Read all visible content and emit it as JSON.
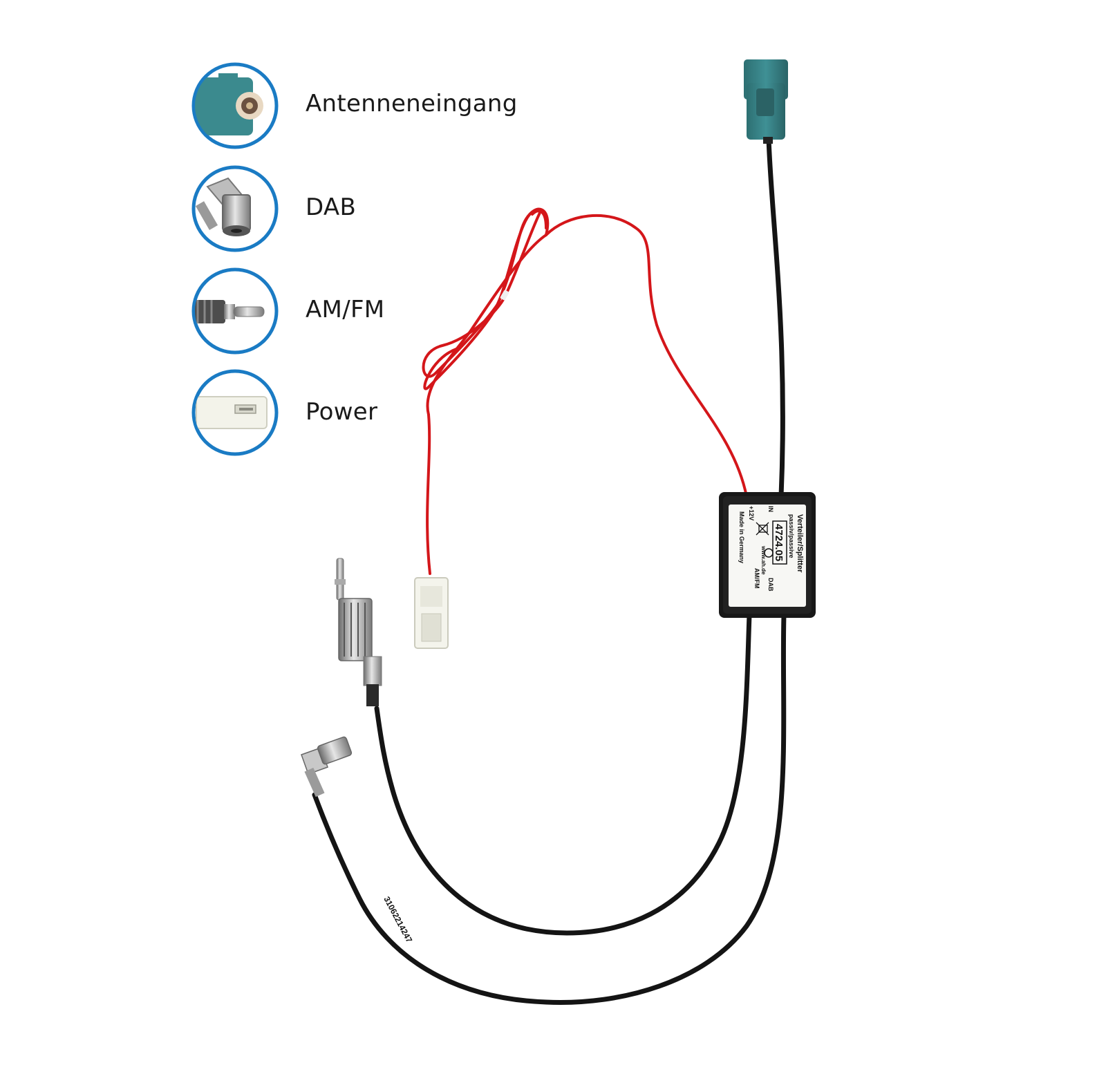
{
  "legend": [
    {
      "key": "antenna-input",
      "label": "Antenneneingang",
      "icon": "fakra-connector-icon"
    },
    {
      "key": "dab",
      "label": "DAB",
      "icon": "smb-angled-connector-icon"
    },
    {
      "key": "amfm",
      "label": "AM/FM",
      "icon": "din-plug-icon"
    },
    {
      "key": "power",
      "label": "Power",
      "icon": "power-connector-icon"
    }
  ],
  "splitter": {
    "title": "Verteiler/Splitter",
    "subtitle": "passiv/passive",
    "model": "4724.05",
    "in_label": "IN",
    "dab_label": "DAB",
    "amfm_label": "AM/FM",
    "power_label": "+12V",
    "website": "www.ah.de",
    "origin": "Made in Germany"
  },
  "cable_print": "31062214247"
}
